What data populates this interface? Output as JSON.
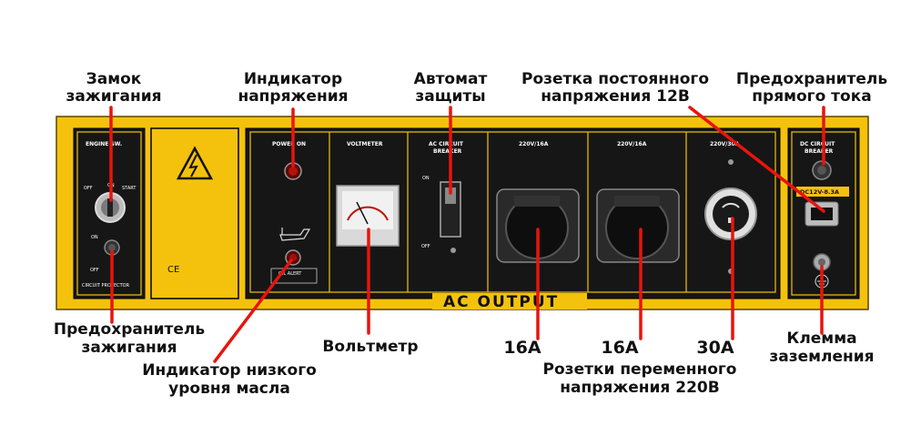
{
  "labels": {
    "ignition_lock": [
      "Замок",
      "зажигания"
    ],
    "power_indicator": [
      "Индикатор",
      "напряжения"
    ],
    "breaker": [
      "Автомат",
      "защиты"
    ],
    "dc_socket": [
      "Розетка постоянного",
      "напряжения 12В"
    ],
    "dc_fuse": [
      "Предохранитель",
      "прямого тока"
    ],
    "ignition_fuse": [
      "Предохранитель",
      "зажигания"
    ],
    "oil_indicator": [
      "Индикатор  низкого",
      "уровня масла"
    ],
    "voltmeter": "Вольтметр",
    "rating_1": "16А",
    "rating_2": "16А",
    "rating_3": "30А",
    "ac_sockets": [
      "Розетки переменного",
      "напряжения 220В"
    ],
    "ground": [
      "Клемма",
      "заземления"
    ]
  },
  "panel": {
    "engine_sw": "ENGINE SW.",
    "off": "OFF",
    "on": "ON",
    "start": "START",
    "on_small": "ON",
    "off_small": "OFF",
    "circuit_protector": "CIRCUIT PROTECTOR",
    "ce_mark": "CE",
    "power_on": "POWER ON",
    "voltmeter": "VOLTMETER",
    "oil_alert": "OIL ALERT",
    "ac_breaker": [
      "AC CIRCUIT",
      "BREAKER"
    ],
    "breaker_on": "ON",
    "breaker_off": "OFF",
    "socket_1": "220V/16A",
    "socket_2": "220V/16A",
    "socket_3": "220V/30A",
    "dc_breaker": [
      "DC CIRCUIT",
      "BREAKER"
    ],
    "dc_rating": "DC12V-8.3A",
    "ac_output": "AC OUTPUT"
  },
  "colors": {
    "panel_yellow": "#f4c20d",
    "panel_black": "#161616",
    "leader_red": "#e8140c"
  }
}
